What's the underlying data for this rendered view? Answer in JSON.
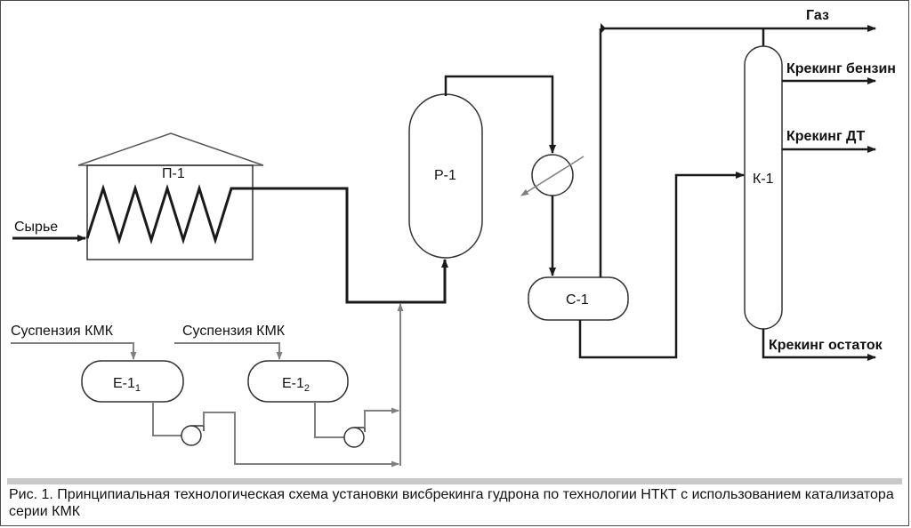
{
  "labels": {
    "feed": "Сырье",
    "furnace": "П-1",
    "reactor": "Р-1",
    "separator": "С-1",
    "column": "К-1",
    "gas": "Газ",
    "gasoline": "Крекинг бензин",
    "diesel": "Крекинг ДТ",
    "residue": "Крекинг остаток",
    "suspension_1": "Суспензия КМК",
    "suspension_2": "Суспензия КМК",
    "tank_1_main": "Е-1",
    "tank_1_sub": "1",
    "tank_2_main": "Е-1",
    "tank_2_sub": "2"
  },
  "caption": "Рис. 1. Принципиальная технологическая схема установки висбрекинга гудрона по технологии НТКТ с использованием катализатора серии КМК",
  "colors": {
    "main_line": "#1a1a1a",
    "catalyst_line": "#808080",
    "caption_bar": "#c8c8c8"
  }
}
